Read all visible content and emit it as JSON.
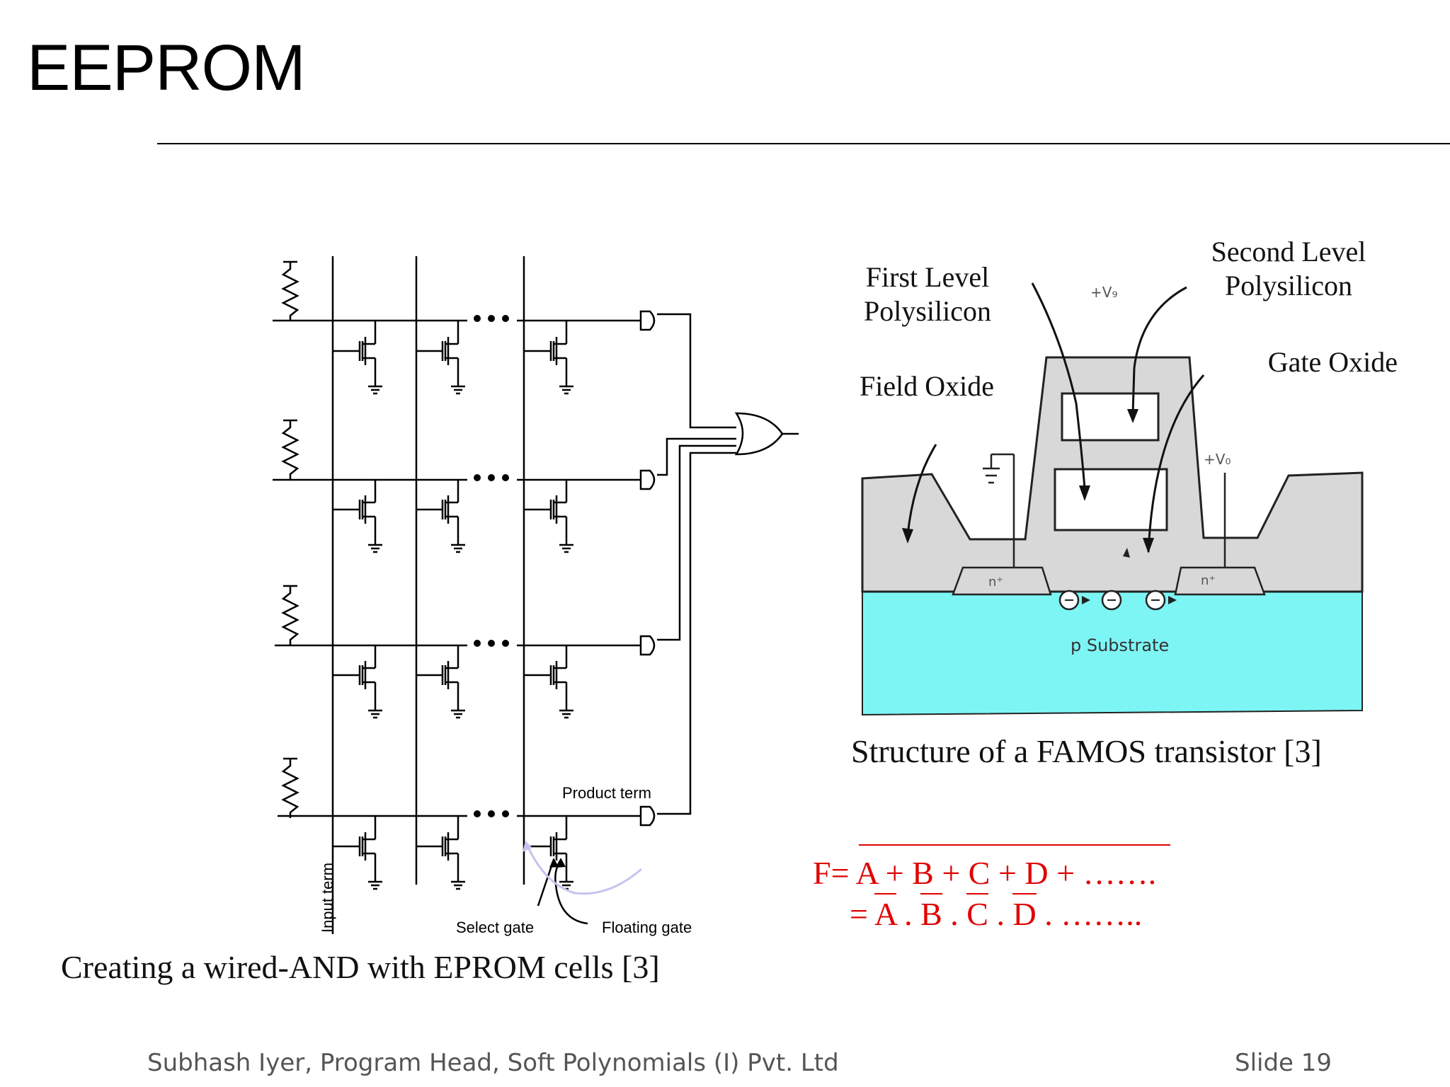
{
  "slide": {
    "title": "EEPROM",
    "footer_left": "Subhash Iyer, Program Head, Soft Polynomials (I) Pvt. Ltd",
    "footer_right": "Slide 19"
  },
  "circuit": {
    "caption": "Creating a wired-AND with EPROM cells [3]",
    "labels": {
      "product_term": "Product term",
      "input_term": "Input term",
      "select_gate": "Select gate",
      "floating_gate": "Floating gate"
    }
  },
  "famos": {
    "caption": "Structure of a FAMOS transistor [3]",
    "labels": {
      "first_level": "First Level\nPolysilicon",
      "second_level": "Second Level\nPolysilicon",
      "gate_oxide": "Gate Oxide",
      "field_oxide": "Field Oxide",
      "n_left": "n⁺",
      "n_right": "n⁺",
      "substrate": "p Substrate",
      "vg_top": "+V₉",
      "vd": "+V₀"
    },
    "colors": {
      "substrate": "#7df5f5",
      "oxide": "#d8d8d8"
    }
  },
  "formula": {
    "line1_prefix": "F= ",
    "line1_terms": [
      "A",
      "+",
      "B",
      "+",
      "C",
      "+",
      "D",
      "+",
      "……."
    ],
    "line2_prefix": "= ",
    "line2_terms": [
      "A",
      ".",
      "B",
      ".",
      "C",
      ".",
      "D",
      ".",
      "…….."
    ],
    "color": "#e00000"
  }
}
